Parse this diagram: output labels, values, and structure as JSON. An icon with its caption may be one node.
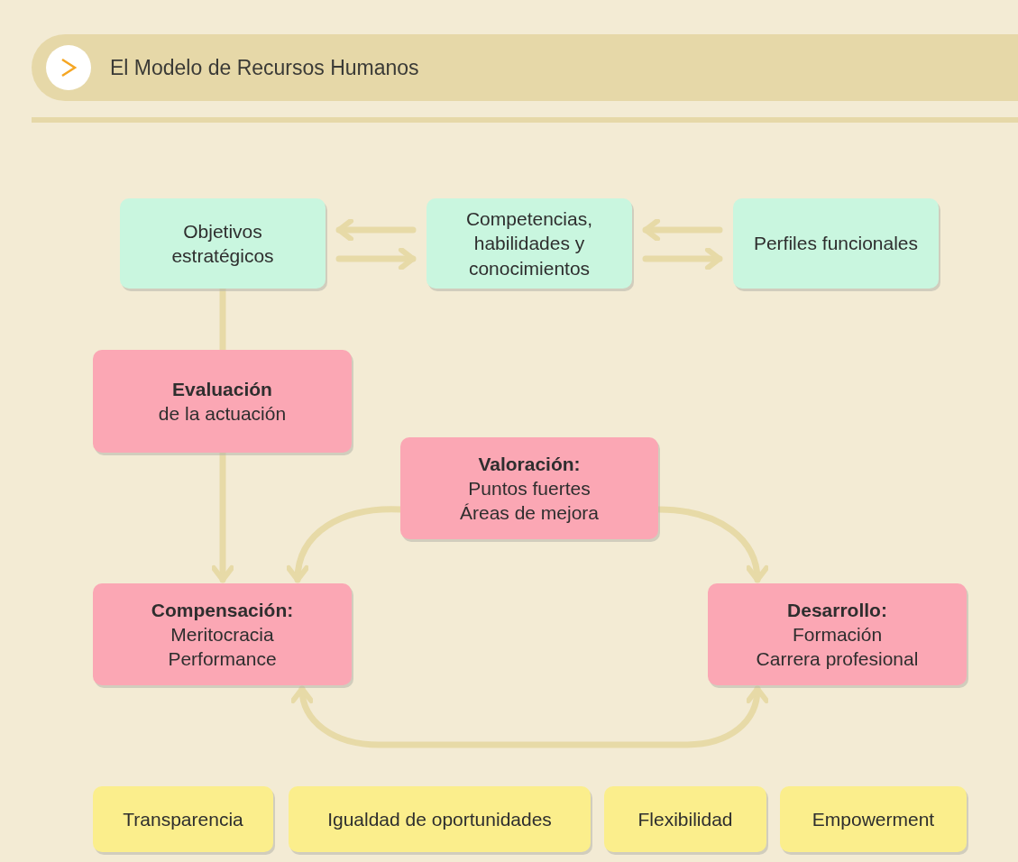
{
  "diagram": {
    "title": "El Modelo de Recursos Humanos",
    "nodes": [
      {
        "text": [
          "Objetivos estratégicos"
        ]
      },
      {
        "text": [
          "Competencias, habilidades y conocimientos"
        ]
      },
      {
        "text": [
          "Perfiles funcionales"
        ]
      },
      {
        "text": [
          "Evaluación",
          "de la actuación"
        ]
      },
      {
        "text": [
          "Valoración:",
          "Puntos fuertes",
          "Áreas de mejora"
        ]
      },
      {
        "text": [
          "Compensación:",
          "Meritocracia",
          "Performance"
        ]
      },
      {
        "text": [
          "Desarrollo:",
          "Formación",
          "Carrera profesional"
        ]
      },
      {
        "text": [
          "Transparencia"
        ]
      },
      {
        "text": [
          "Igualdad de oportunidades"
        ]
      },
      {
        "text": [
          "Flexibilidad"
        ]
      },
      {
        "text": [
          "Empowerment"
        ]
      }
    ],
    "edges": [
      {
        "from": 1,
        "to": 0,
        "arrow": "to"
      },
      {
        "from": 0,
        "to": 1,
        "arrow": "to"
      },
      {
        "from": 2,
        "to": 1,
        "arrow": "to"
      },
      {
        "from": 1,
        "to": 2,
        "arrow": "to"
      },
      {
        "from": 0,
        "to": 3,
        "arrow": "none"
      },
      {
        "from": 3,
        "to": 5,
        "arrow": "to"
      },
      {
        "from": 4,
        "to": 5,
        "arrow": "to"
      },
      {
        "from": 4,
        "to": 6,
        "arrow": "to"
      },
      {
        "from": 5,
        "to": 6,
        "arrow": "both"
      }
    ]
  }
}
